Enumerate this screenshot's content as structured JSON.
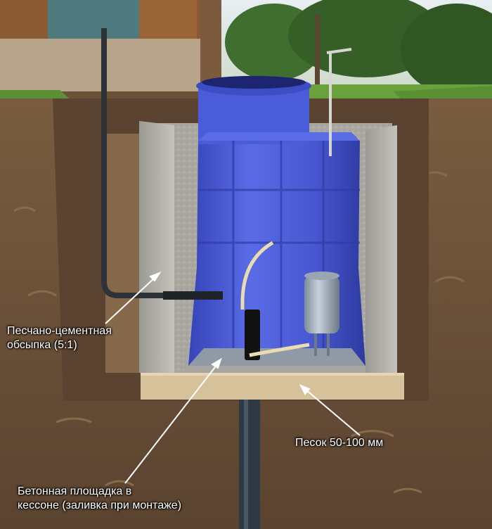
{
  "labels": {
    "sand_cement_line1": "Песчано-цементная",
    "sand_cement_line2": "обсыпка (5:1)",
    "sand": "Песок 50-100 мм",
    "concrete_line1": "Бетонная площадка в",
    "concrete_line2": "кессоне (заливка при монтаже)"
  },
  "colors": {
    "soil": "#6b5138",
    "caisson": "#4a5bd6",
    "concrete": "#b9b9b5",
    "sand": "#d6c29a",
    "grass": "#5f9a36",
    "sky": "#dfe8ee"
  }
}
